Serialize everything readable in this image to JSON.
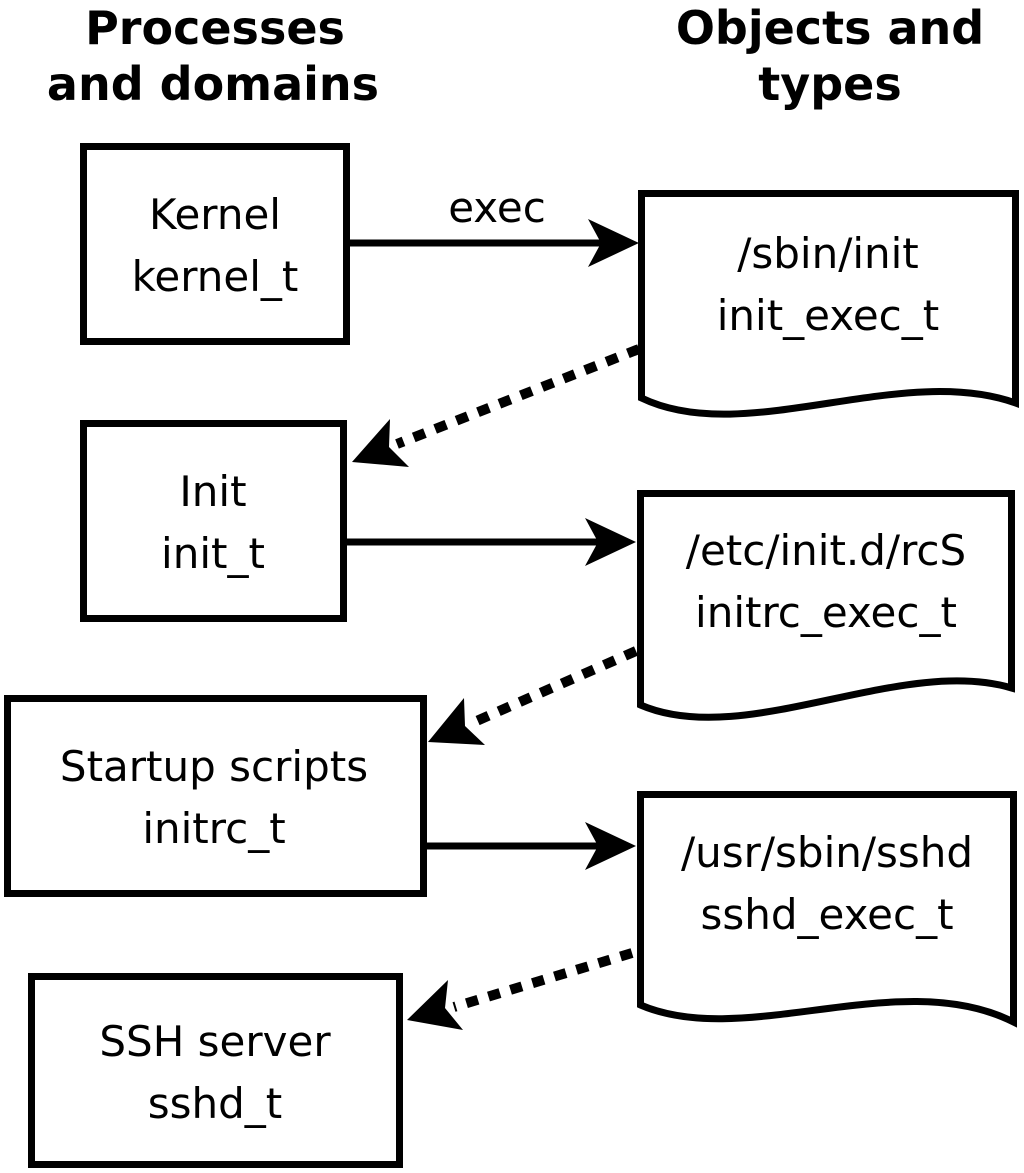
{
  "columns": {
    "left": {
      "line1": "Processes",
      "line2": "and domains"
    },
    "right": {
      "line1": "Objects and",
      "line2": "types"
    }
  },
  "process_boxes": [
    {
      "label": "Kernel",
      "domain": "kernel_t"
    },
    {
      "label": "Init",
      "domain": "init_t"
    },
    {
      "label": "Startup scripts",
      "domain": "initrc_t"
    },
    {
      "label": "SSH server",
      "domain": "sshd_t"
    }
  ],
  "object_documents": [
    {
      "path": "/sbin/init",
      "type": "init_exec_t"
    },
    {
      "path": "/etc/init.d/rcS",
      "type": "initrc_exec_t"
    },
    {
      "path": "/usr/sbin/sshd",
      "type": "sshd_exec_t"
    }
  ],
  "edge_labels": {
    "exec": "exec"
  },
  "colors": {
    "line": "#000000",
    "shape_fill": "#ffffff",
    "background": "#ffffff"
  }
}
